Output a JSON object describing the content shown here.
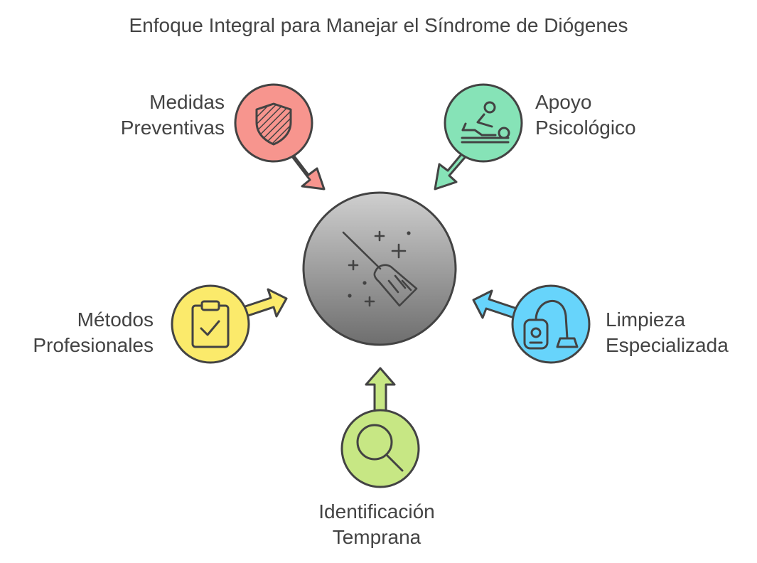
{
  "title": "Enfoque Integral para Manejar el Síndrome de Diógenes",
  "center": {
    "icon": "broom-sparkles-icon"
  },
  "nodes": {
    "medidas": {
      "line1": "Medidas",
      "line2": "Preventivas",
      "icon": "shield-icon",
      "color": "#f7958e"
    },
    "apoyo": {
      "line1": "Apoyo",
      "line2": "Psicológico",
      "icon": "massage-therapy-icon",
      "color": "#86e3b7"
    },
    "metodos": {
      "line1": "Métodos",
      "line2": "Profesionales",
      "icon": "clipboard-check-icon",
      "color": "#fbea6b"
    },
    "limpieza": {
      "line1": "Limpieza",
      "line2": "Especializada",
      "icon": "vacuum-cleaner-icon",
      "color": "#67d4fb"
    },
    "identificacion": {
      "line1": "Identificación",
      "line2": "Temprana",
      "icon": "magnifier-icon",
      "color": "#c7e784"
    }
  }
}
